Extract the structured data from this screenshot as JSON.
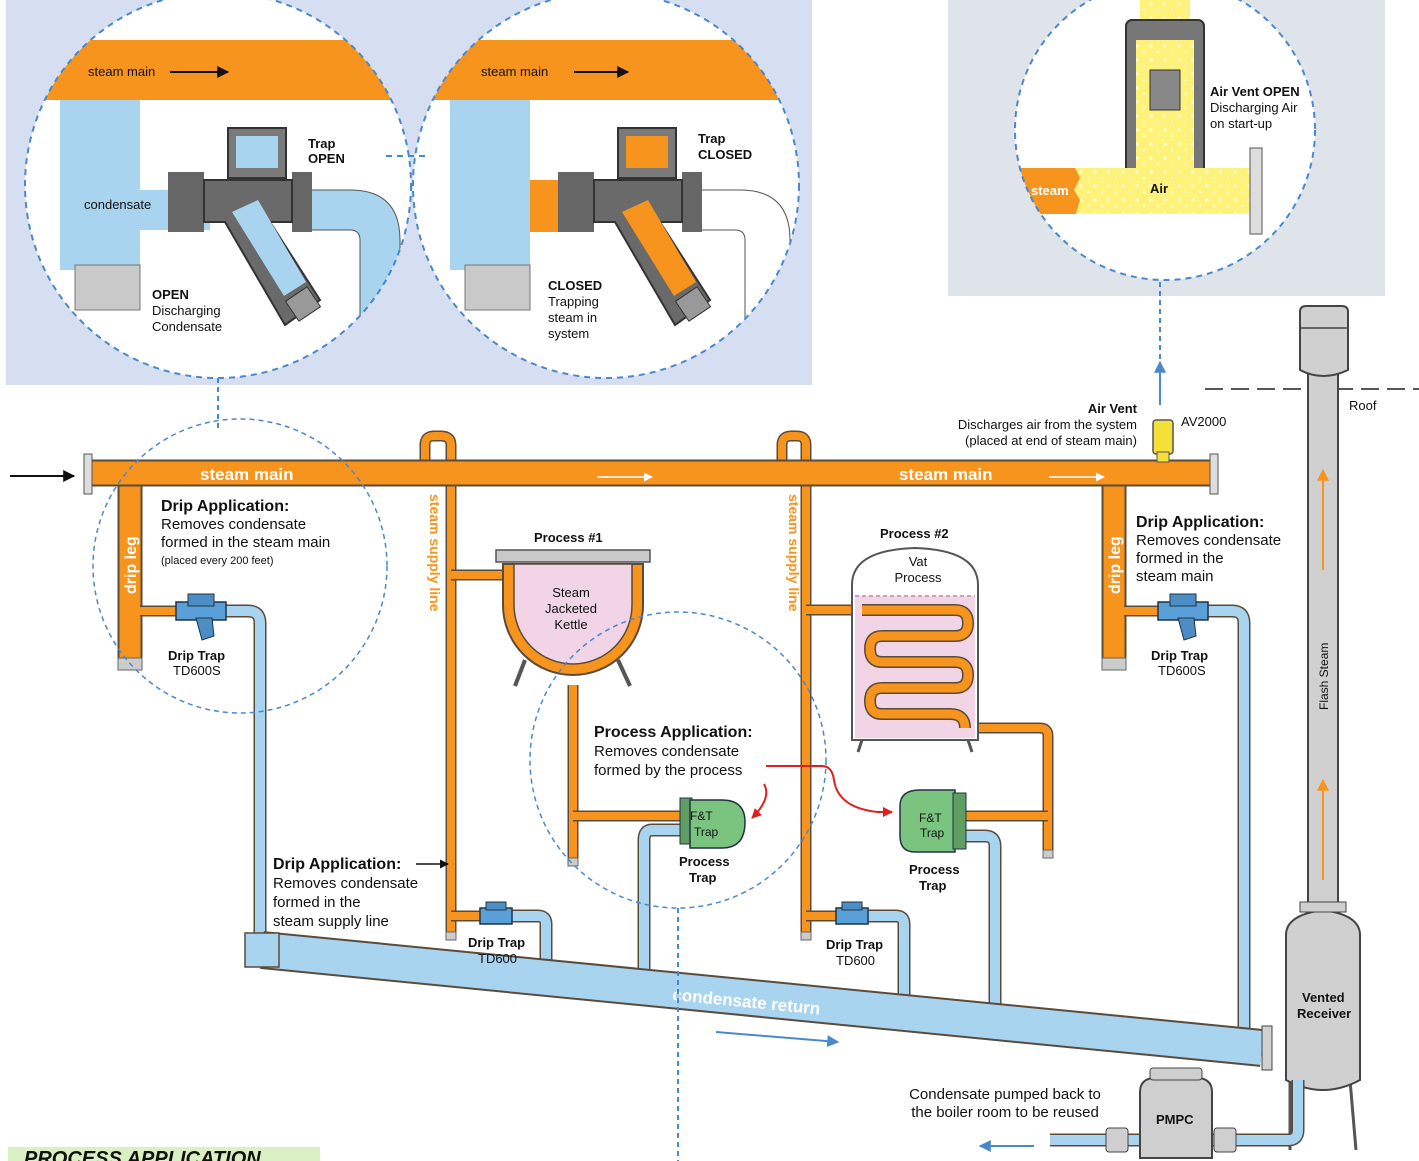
{
  "inset_trap_open": {
    "steam_main": "steam main",
    "condensate": "condensate",
    "trap_state": [
      "Trap",
      "OPEN"
    ],
    "status_title": "OPEN",
    "status_lines": [
      "Discharging",
      "Condensate"
    ]
  },
  "inset_trap_closed": {
    "steam_main": "steam main",
    "trap_state": [
      "Trap",
      "CLOSED"
    ],
    "status_title": "CLOSED",
    "status_lines": [
      "Trapping",
      "steam in",
      "system"
    ]
  },
  "inset_air_vent": {
    "title": "Air Vent OPEN",
    "lines": [
      "Discharging Air",
      "on start-up"
    ],
    "steam": "steam",
    "air": "Air"
  },
  "main": {
    "steam_main_left": "steam main",
    "steam_main_right": "steam main",
    "drip_leg_left": "drip leg",
    "drip_leg_right": "drip leg",
    "steam_supply_1": "steam supply line",
    "steam_supply_2": "steam supply line",
    "roof": "Roof",
    "flash_steam": "Flash Steam",
    "condensate_return": "condensate return"
  },
  "air_vent": {
    "title": "Air Vent",
    "lines": [
      "Discharges air from the system",
      "(placed at end of steam main)"
    ],
    "model": "AV2000"
  },
  "drip_app_left": {
    "title": "Drip Application:",
    "lines": [
      "Removes condensate",
      "formed in the steam main"
    ],
    "note": "(placed every 200 feet)"
  },
  "drip_app_right": {
    "title": "Drip Application:",
    "lines": [
      "Removes condensate",
      "formed in the",
      "steam main"
    ]
  },
  "drip_app_supply": {
    "title": "Drip Application:",
    "lines": [
      "Removes condensate",
      "formed in the",
      "steam supply line"
    ]
  },
  "process_app": {
    "title": "Process Application:",
    "lines": [
      "Removes condensate",
      "formed by the process"
    ]
  },
  "process1": {
    "title": "Process #1",
    "vessel": [
      "Steam",
      "Jacketed",
      "Kettle"
    ]
  },
  "process2": {
    "title": "Process #2",
    "vessel": [
      "Vat",
      "Process"
    ]
  },
  "traps": {
    "drip_left": {
      "name": "Drip Trap",
      "model": "TD600S"
    },
    "drip_right": {
      "name": "Drip Trap",
      "model": "TD600S"
    },
    "drip_mid1": {
      "name": "Drip Trap",
      "model": "TD600"
    },
    "drip_mid2": {
      "name": "Drip Trap",
      "model": "TD600"
    },
    "ft_label": [
      "F&T",
      "Trap"
    ],
    "process_trap": [
      "Process",
      "Trap"
    ]
  },
  "receiver": {
    "label": [
      "Vented",
      "Receiver"
    ]
  },
  "pump": {
    "label": "PMPC",
    "caption": [
      "Condensate pumped back to",
      "the boiler room to be reused"
    ]
  },
  "bottom_banner": "PROCESS APPLICATION",
  "colors": {
    "steam": "#f7941d",
    "condensate": "#a8d4f0",
    "pipe_outline": "#5b4b3b",
    "inset_bg": "#d6dff1",
    "callout": "#4a88cc",
    "trap_green": "#7ac47f",
    "arrow_red": "#e02020"
  }
}
